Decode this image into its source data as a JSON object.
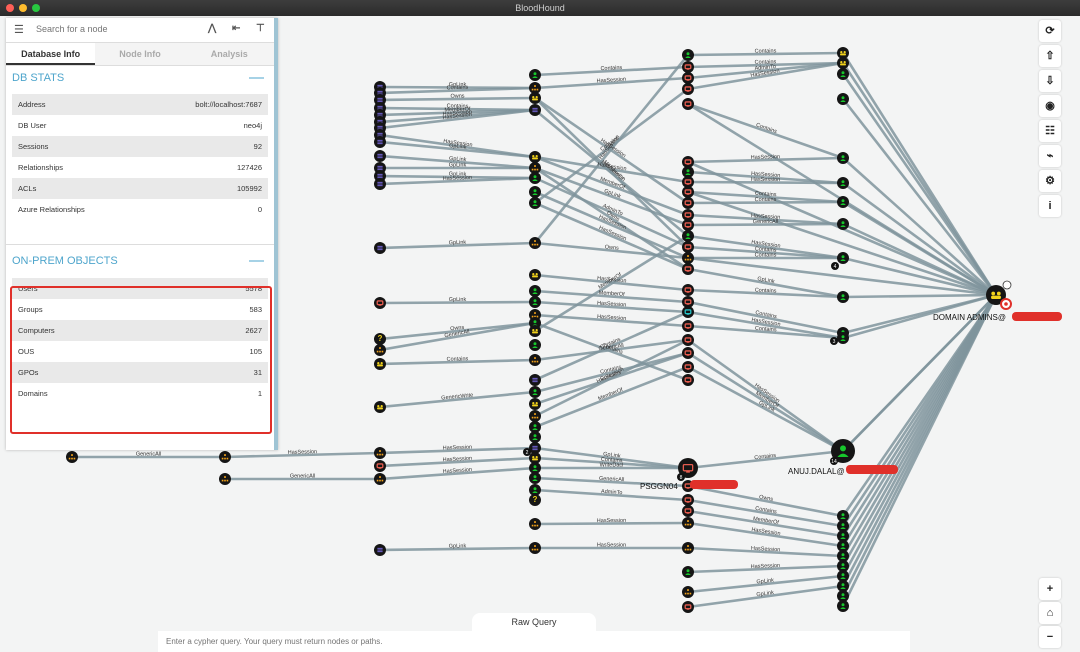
{
  "window": {
    "title": "BloodHound"
  },
  "search": {
    "placeholder": "Search for a node"
  },
  "tabs": [
    "Database Info",
    "Node Info",
    "Analysis"
  ],
  "db_stats": {
    "title": "DB STATS",
    "rows": [
      {
        "label": "Address",
        "value": "bolt://localhost:7687"
      },
      {
        "label": "DB User",
        "value": "neo4j"
      },
      {
        "label": "Sessions",
        "value": "92"
      },
      {
        "label": "Relationships",
        "value": "127426"
      },
      {
        "label": "ACLs",
        "value": "105992"
      },
      {
        "label": "Azure Relationships",
        "value": "0"
      }
    ]
  },
  "onprem": {
    "title": "ON-PREM OBJECTS",
    "rows": [
      {
        "label": "Users",
        "value": "5578"
      },
      {
        "label": "Groups",
        "value": "583"
      },
      {
        "label": "Computers",
        "value": "2627"
      },
      {
        "label": "OUS",
        "value": "105"
      },
      {
        "label": "GPOs",
        "value": "31"
      },
      {
        "label": "Domains",
        "value": "1"
      }
    ]
  },
  "graph": {
    "node_labels": {
      "domain_admins": "DOMAIN ADMINS@",
      "anuj": "ANUJ.DALAL@",
      "psggn": "PSGGN04"
    },
    "badges": {
      "anuj": "14",
      "psggn": "8",
      "u1": "2",
      "u2": "3",
      "u3": "4"
    },
    "edge_labels": [
      "GpLink",
      "Contains",
      "Owns",
      "Contains",
      "MemberOf",
      "HasSession",
      "HasSession",
      "HasSession",
      "GpLink",
      "GpLink",
      "GpLink",
      "GpLink",
      "HasSession",
      "GpLink",
      "GpLink",
      "GpLink",
      "Owns",
      "GenericAll",
      "Contains",
      "GenericWrite",
      "HasSession",
      "HasSession",
      "HasSession",
      "HasSession",
      "GenericAll",
      "GenericAll",
      "Contains",
      "HasSession",
      "HasSession",
      "HasSession",
      "HasSession",
      "MemberOf",
      "GpLink",
      "AdminTo",
      "HasSession",
      "HasSession",
      "Owns",
      "HasSession",
      "MemberOf",
      "HasSession",
      "HasSession",
      "MemberOf",
      "GenericAll",
      "Contains",
      "Contains",
      "Contains",
      "HasSession",
      "MemberOf",
      "GpLink",
      "Contains",
      "WriteDacl",
      "GenericAll",
      "AdminTo",
      "HasSession",
      "HasSession",
      "MemberOf",
      "Contains",
      "HasSession",
      "Owns",
      "Contains",
      "Contains",
      "Contains",
      "AdminTo",
      "HasSession",
      "Contains",
      "HasSession",
      "HasSession",
      "HasSession",
      "Contains",
      "Contains",
      "HasSession",
      "GenericAll",
      "HasSession",
      "Contains",
      "Contains",
      "GpLink",
      "Contains",
      "Contains",
      "HasSession",
      "Contains",
      "HasSession",
      "MemberOf"
    ]
  },
  "raw_query": {
    "label": "Raw Query",
    "placeholder": "Enter a cypher query. Your query must return nodes or paths."
  },
  "toolbar_icons": [
    "refresh-icon",
    "upload-icon",
    "download-icon",
    "settings-icon",
    "list-icon",
    "chart-icon",
    "gears-icon",
    "info-icon"
  ],
  "zoom_icons": [
    "zoom-in-icon",
    "home-icon",
    "zoom-out-icon"
  ],
  "colors": {
    "accent": "#4ea5cc",
    "highlight": "#e0302a",
    "user": "#17c82c",
    "group": "#f2d31c",
    "computer": "#e45c4f",
    "ou": "#f2a21a",
    "gpo": "#5b3fb5",
    "edge": "#7f949c"
  }
}
